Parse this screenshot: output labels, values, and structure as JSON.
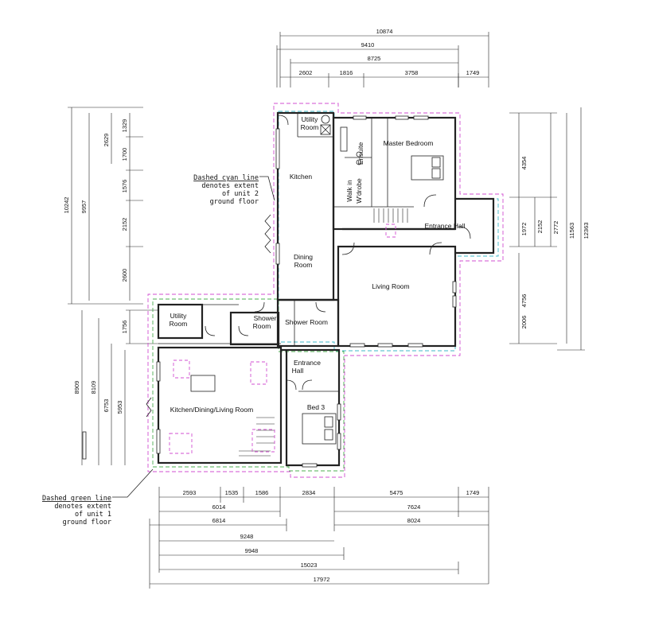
{
  "dimensions": {
    "top": [
      "10874",
      "9410",
      "8725",
      "2602",
      "1816",
      "3758",
      "1749"
    ],
    "left": [
      "10242",
      "9957",
      "2629",
      "1329",
      "1700",
      "1576",
      "2152",
      "2600",
      "1756",
      "8909",
      "8109",
      "6753",
      "5953"
    ],
    "right": [
      "4354",
      "1972",
      "2152",
      "2772",
      "11563",
      "12363",
      "4756",
      "2006"
    ],
    "bottom": [
      "2593",
      "1535",
      "1586",
      "2834",
      "5475",
      "1749",
      "6014",
      "7624",
      "6814",
      "8024",
      "9248",
      "9948",
      "15023",
      "17972"
    ]
  },
  "rooms": {
    "utility_room_top": [
      "Utility",
      "Room"
    ],
    "kitchen": "Kitchen",
    "ensuite": "Ensuite",
    "walk_in": [
      "Walk in",
      "W'drobe"
    ],
    "master_bedroom": "Master Bedroom",
    "entrance_hall_right": "Entrance Hall",
    "dining_room": [
      "Dining",
      "Room"
    ],
    "living_room": "Living Room",
    "utility_room_left": [
      "Utility",
      "Room"
    ],
    "shower_room_left": [
      "Shower",
      "Room"
    ],
    "shower_room_mid": "Shower Room",
    "entrance_hall_mid": [
      "Entrance",
      "Hall"
    ],
    "bed_3": "Bed  3",
    "kitchen_dining_living": "Kitchen/Dining/Living Room"
  },
  "notes": {
    "cyan": [
      "Dashed cyan line",
      "denotes extent",
      "of unit 2",
      "ground floor"
    ],
    "green": [
      "Dashed green line",
      "denotes extent",
      "of unit 1",
      "ground floor"
    ]
  },
  "colors": {
    "cyan": "#3fb8c8",
    "green": "#4caf50",
    "magenta": "#d04fd0",
    "walls": "#222222"
  }
}
